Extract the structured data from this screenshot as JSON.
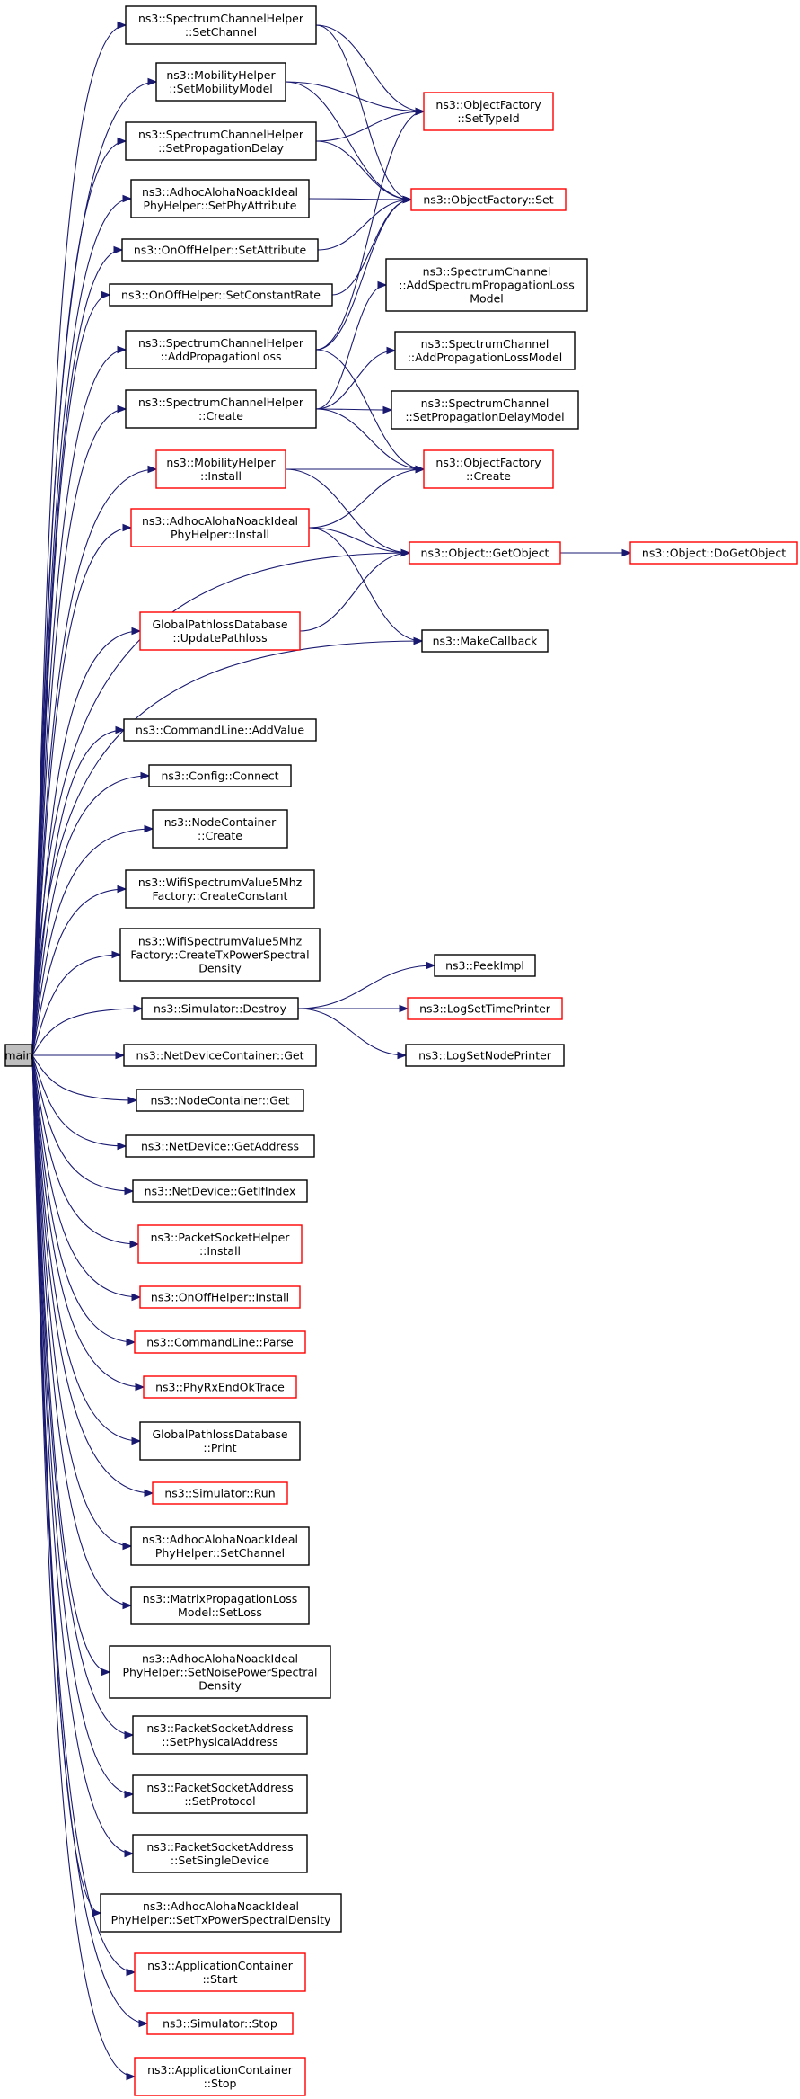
{
  "colors": {
    "edge": "#191970",
    "node_border": "#000000",
    "node_border_incomplete": "#ff0000",
    "root_fill": "#bfbfbf"
  },
  "nodes": [
    {
      "id": "main",
      "lines": [
        "main"
      ],
      "style": "root"
    },
    {
      "id": "sch_setchannel",
      "lines": [
        "ns3::SpectrumChannelHelper",
        "::SetChannel"
      ],
      "style": "black"
    },
    {
      "id": "mh_setmobility",
      "lines": [
        "ns3::MobilityHelper",
        "::SetMobilityModel"
      ],
      "style": "black"
    },
    {
      "id": "sch_setprop",
      "lines": [
        "ns3::SpectrumChannelHelper",
        "::SetPropagationDelay"
      ],
      "style": "black"
    },
    {
      "id": "aanip_setphyattr",
      "lines": [
        "ns3::AdhocAlohaNoackIdeal",
        "PhyHelper::SetPhyAttribute"
      ],
      "style": "black"
    },
    {
      "id": "ooh_setattr",
      "lines": [
        "ns3::OnOffHelper::SetAttribute"
      ],
      "style": "black"
    },
    {
      "id": "ooh_setconst",
      "lines": [
        "ns3::OnOffHelper::SetConstantRate"
      ],
      "style": "black"
    },
    {
      "id": "sch_addprop",
      "lines": [
        "ns3::SpectrumChannelHelper",
        "::AddPropagationLoss"
      ],
      "style": "black"
    },
    {
      "id": "sch_create",
      "lines": [
        "ns3::SpectrumChannelHelper",
        "::Create"
      ],
      "style": "black"
    },
    {
      "id": "mh_install",
      "lines": [
        "ns3::MobilityHelper",
        "::Install"
      ],
      "style": "red"
    },
    {
      "id": "aanip_install",
      "lines": [
        "ns3::AdhocAlohaNoackIdeal",
        "PhyHelper::Install"
      ],
      "style": "red"
    },
    {
      "id": "gpd_update",
      "lines": [
        "GlobalPathlossDatabase",
        "::UpdatePathloss"
      ],
      "style": "red"
    },
    {
      "id": "of_settypeid",
      "lines": [
        "ns3::ObjectFactory",
        "::SetTypeId"
      ],
      "style": "red"
    },
    {
      "id": "of_set",
      "lines": [
        "ns3::ObjectFactory::Set"
      ],
      "style": "red"
    },
    {
      "id": "sc_addspl",
      "lines": [
        "ns3::SpectrumChannel",
        "::AddSpectrumPropagationLoss",
        "Model"
      ],
      "style": "black"
    },
    {
      "id": "sc_addpl",
      "lines": [
        "ns3::SpectrumChannel",
        "::AddPropagationLossModel"
      ],
      "style": "black"
    },
    {
      "id": "sc_setpd",
      "lines": [
        "ns3::SpectrumChannel",
        "::SetPropagationDelayModel"
      ],
      "style": "black"
    },
    {
      "id": "of_create",
      "lines": [
        "ns3::ObjectFactory",
        "::Create"
      ],
      "style": "red"
    },
    {
      "id": "obj_getobject",
      "lines": [
        "ns3::Object::GetObject"
      ],
      "style": "red"
    },
    {
      "id": "obj_dogetobject",
      "lines": [
        "ns3::Object::DoGetObject"
      ],
      "style": "red"
    },
    {
      "id": "makecallback",
      "lines": [
        "ns3::MakeCallback"
      ],
      "style": "black"
    },
    {
      "id": "cl_addvalue",
      "lines": [
        "ns3::CommandLine::AddValue"
      ],
      "style": "black"
    },
    {
      "id": "cfg_connect",
      "lines": [
        "ns3::Config::Connect"
      ],
      "style": "black"
    },
    {
      "id": "nc_create",
      "lines": [
        "ns3::NodeContainer",
        "::Create"
      ],
      "style": "black"
    },
    {
      "id": "wsv_createconst",
      "lines": [
        "ns3::WifiSpectrumValue5Mhz",
        "Factory::CreateConstant"
      ],
      "style": "black"
    },
    {
      "id": "wsv_createtx",
      "lines": [
        "ns3::WifiSpectrumValue5Mhz",
        "Factory::CreateTxPowerSpectral",
        "Density"
      ],
      "style": "black"
    },
    {
      "id": "sim_destroy",
      "lines": [
        "ns3::Simulator::Destroy"
      ],
      "style": "black"
    },
    {
      "id": "peekimpl",
      "lines": [
        "ns3::PeekImpl"
      ],
      "style": "black"
    },
    {
      "id": "logsettime",
      "lines": [
        "ns3::LogSetTimePrinter"
      ],
      "style": "red"
    },
    {
      "id": "logsetnode",
      "lines": [
        "ns3::LogSetNodePrinter"
      ],
      "style": "black"
    },
    {
      "id": "ndc_get",
      "lines": [
        "ns3::NetDeviceContainer::Get"
      ],
      "style": "black"
    },
    {
      "id": "nc_get",
      "lines": [
        "ns3::NodeContainer::Get"
      ],
      "style": "black"
    },
    {
      "id": "nd_getaddress",
      "lines": [
        "ns3::NetDevice::GetAddress"
      ],
      "style": "black"
    },
    {
      "id": "nd_getifindex",
      "lines": [
        "ns3::NetDevice::GetIfIndex"
      ],
      "style": "black"
    },
    {
      "id": "psh_install",
      "lines": [
        "ns3::PacketSocketHelper",
        "::Install"
      ],
      "style": "red"
    },
    {
      "id": "ooh_install",
      "lines": [
        "ns3::OnOffHelper::Install"
      ],
      "style": "red"
    },
    {
      "id": "cl_parse",
      "lines": [
        "ns3::CommandLine::Parse"
      ],
      "style": "red"
    },
    {
      "id": "phyrxendok",
      "lines": [
        "ns3::PhyRxEndOkTrace"
      ],
      "style": "red"
    },
    {
      "id": "gpd_print",
      "lines": [
        "GlobalPathlossDatabase",
        "::Print"
      ],
      "style": "black"
    },
    {
      "id": "sim_run",
      "lines": [
        "ns3::Simulator::Run"
      ],
      "style": "red"
    },
    {
      "id": "aanip_setchannel",
      "lines": [
        "ns3::AdhocAlohaNoackIdeal",
        "PhyHelper::SetChannel"
      ],
      "style": "black"
    },
    {
      "id": "mpl_setloss",
      "lines": [
        "ns3::MatrixPropagationLoss",
        "Model::SetLoss"
      ],
      "style": "black"
    },
    {
      "id": "aanip_setnoise",
      "lines": [
        "ns3::AdhocAlohaNoackIdeal",
        "PhyHelper::SetNoisePowerSpectral",
        "Density"
      ],
      "style": "black"
    },
    {
      "id": "psa_setphys",
      "lines": [
        "ns3::PacketSocketAddress",
        "::SetPhysicalAddress"
      ],
      "style": "black"
    },
    {
      "id": "psa_setproto",
      "lines": [
        "ns3::PacketSocketAddress",
        "::SetProtocol"
      ],
      "style": "black"
    },
    {
      "id": "psa_setsingle",
      "lines": [
        "ns3::PacketSocketAddress",
        "::SetSingleDevice"
      ],
      "style": "black"
    },
    {
      "id": "aanip_settx",
      "lines": [
        "ns3::AdhocAlohaNoackIdeal",
        "PhyHelper::SetTxPowerSpectralDensity"
      ],
      "style": "black"
    },
    {
      "id": "ac_start",
      "lines": [
        "ns3::ApplicationContainer",
        "::Start"
      ],
      "style": "red"
    },
    {
      "id": "sim_stop",
      "lines": [
        "ns3::Simulator::Stop"
      ],
      "style": "red"
    },
    {
      "id": "ac_stop",
      "lines": [
        "ns3::ApplicationContainer",
        "::Stop"
      ],
      "style": "red"
    }
  ],
  "edges": [
    [
      "main",
      "sch_setchannel"
    ],
    [
      "main",
      "mh_setmobility"
    ],
    [
      "main",
      "sch_setprop"
    ],
    [
      "main",
      "aanip_setphyattr"
    ],
    [
      "main",
      "ooh_setattr"
    ],
    [
      "main",
      "ooh_setconst"
    ],
    [
      "main",
      "sch_addprop"
    ],
    [
      "main",
      "sch_create"
    ],
    [
      "main",
      "mh_install"
    ],
    [
      "main",
      "aanip_install"
    ],
    [
      "main",
      "obj_getobject"
    ],
    [
      "main",
      "gpd_update"
    ],
    [
      "main",
      "makecallback"
    ],
    [
      "main",
      "cl_addvalue"
    ],
    [
      "main",
      "cfg_connect"
    ],
    [
      "main",
      "nc_create"
    ],
    [
      "main",
      "wsv_createconst"
    ],
    [
      "main",
      "wsv_createtx"
    ],
    [
      "main",
      "sim_destroy"
    ],
    [
      "main",
      "ndc_get"
    ],
    [
      "main",
      "nc_get"
    ],
    [
      "main",
      "nd_getaddress"
    ],
    [
      "main",
      "nd_getifindex"
    ],
    [
      "main",
      "psh_install"
    ],
    [
      "main",
      "ooh_install"
    ],
    [
      "main",
      "cl_parse"
    ],
    [
      "main",
      "phyrxendok"
    ],
    [
      "main",
      "gpd_print"
    ],
    [
      "main",
      "sim_run"
    ],
    [
      "main",
      "aanip_setchannel"
    ],
    [
      "main",
      "mpl_setloss"
    ],
    [
      "main",
      "aanip_setnoise"
    ],
    [
      "main",
      "psa_setphys"
    ],
    [
      "main",
      "psa_setproto"
    ],
    [
      "main",
      "psa_setsingle"
    ],
    [
      "main",
      "aanip_settx"
    ],
    [
      "main",
      "ac_start"
    ],
    [
      "main",
      "sim_stop"
    ],
    [
      "main",
      "ac_stop"
    ],
    [
      "sch_setchannel",
      "of_settypeid"
    ],
    [
      "sch_setchannel",
      "of_set"
    ],
    [
      "mh_setmobility",
      "of_settypeid"
    ],
    [
      "mh_setmobility",
      "of_set"
    ],
    [
      "sch_setprop",
      "of_settypeid"
    ],
    [
      "sch_setprop",
      "of_set"
    ],
    [
      "aanip_setphyattr",
      "of_set"
    ],
    [
      "ooh_setattr",
      "of_set"
    ],
    [
      "ooh_setconst",
      "of_set"
    ],
    [
      "sch_addprop",
      "of_settypeid"
    ],
    [
      "sch_addprop",
      "of_set"
    ],
    [
      "sch_addprop",
      "of_create"
    ],
    [
      "sch_create",
      "sc_addspl"
    ],
    [
      "sch_create",
      "sc_addpl"
    ],
    [
      "sch_create",
      "sc_setpd"
    ],
    [
      "sch_create",
      "of_create"
    ],
    [
      "mh_install",
      "of_create"
    ],
    [
      "mh_install",
      "obj_getobject"
    ],
    [
      "aanip_install",
      "of_create"
    ],
    [
      "aanip_install",
      "obj_getobject"
    ],
    [
      "aanip_install",
      "makecallback"
    ],
    [
      "gpd_update",
      "obj_getobject"
    ],
    [
      "obj_getobject",
      "obj_dogetobject"
    ],
    [
      "sim_destroy",
      "peekimpl"
    ],
    [
      "sim_destroy",
      "logsettime"
    ],
    [
      "sim_destroy",
      "logsetnode"
    ]
  ]
}
